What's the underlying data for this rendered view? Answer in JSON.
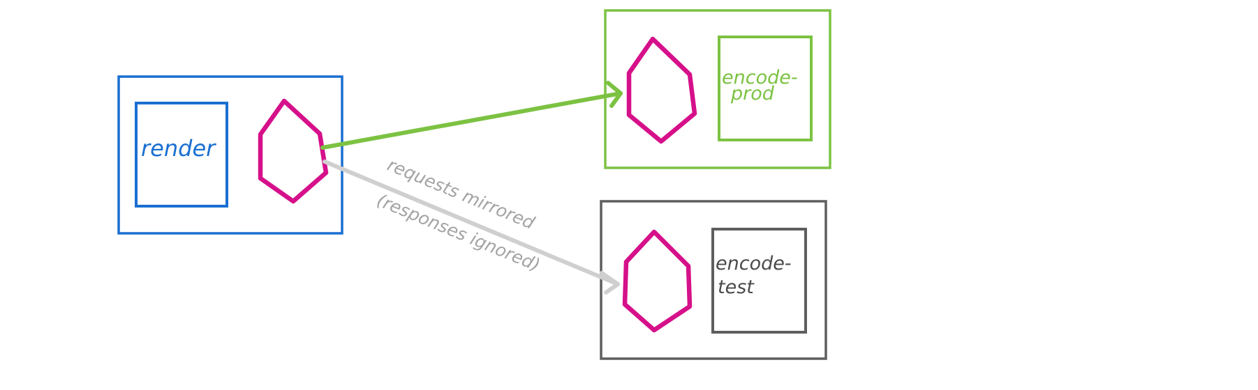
{
  "colors": {
    "render": "#1a6fd1",
    "prod": "#7cc242",
    "test": "#5e5e5e",
    "proxy": "#d6108a",
    "mirror_arrow": "#cfcfcf",
    "mirror_text": "#a3a3a3"
  },
  "nodes": {
    "render": {
      "service_label": "render"
    },
    "encode_prod": {
      "service_label_line1": "encode-",
      "service_label_line2": "prod"
    },
    "encode_test": {
      "service_label_line1": "encode-",
      "service_label_line2": "test"
    }
  },
  "edges": {
    "mirror": {
      "label_line1": "requests mirrored",
      "label_line2": "(responses ignored)"
    }
  }
}
